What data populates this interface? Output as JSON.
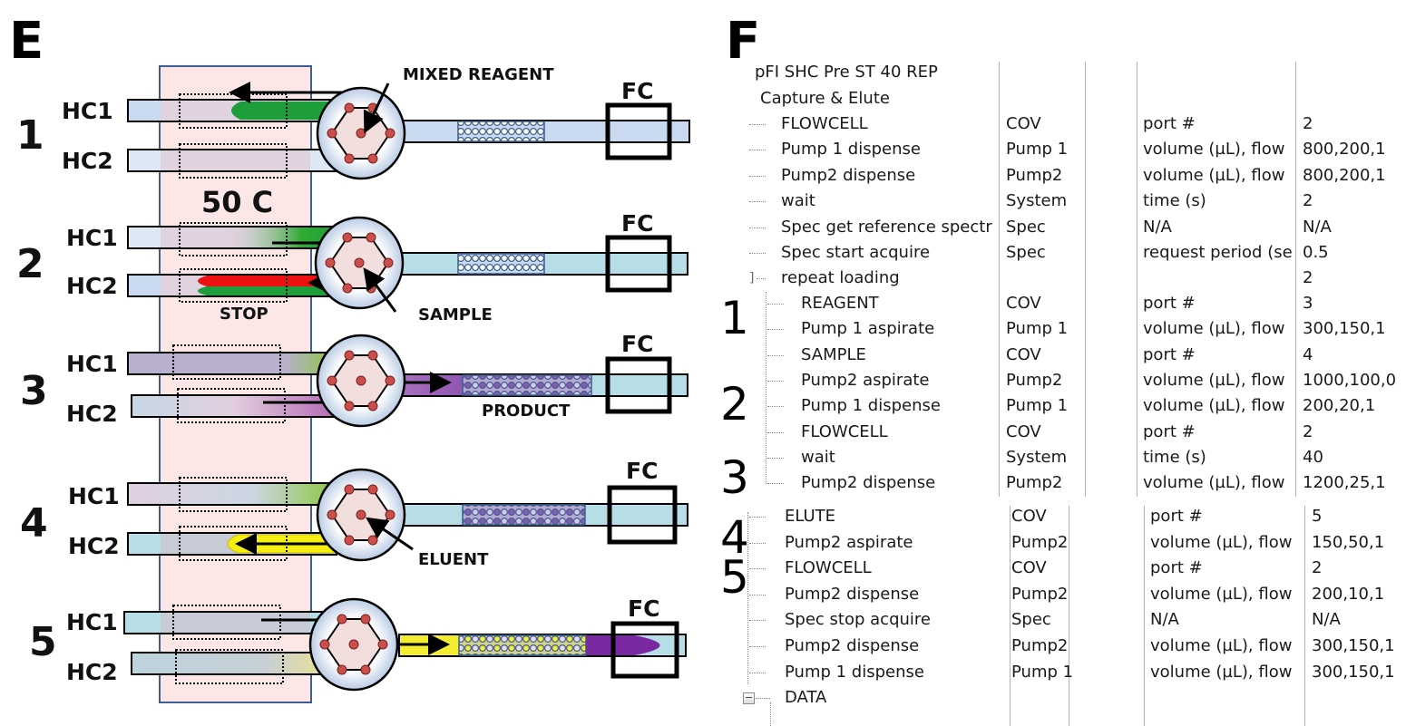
{
  "panel_e": {
    "letter": "E",
    "temperature_label": "50 C",
    "stages": [
      {
        "number": "1",
        "hc1": "HC1",
        "hc2": "HC2",
        "fc": "FC",
        "annotation": "MIXED REAGENT"
      },
      {
        "number": "2",
        "hc1": "HC1",
        "hc2": "HC2",
        "fc": "FC",
        "annotation": "SAMPLE",
        "stop_label": "STOP"
      },
      {
        "number": "3",
        "hc1": "HC1",
        "hc2": "HC2",
        "fc": "FC",
        "annotation": "PRODUCT"
      },
      {
        "number": "4",
        "hc1": "HC1",
        "hc2": "HC2",
        "fc": "FC",
        "annotation": "ELUENT"
      },
      {
        "number": "5",
        "hc1": "HC1",
        "hc2": "HC2",
        "fc": "FC",
        "annotation": ""
      }
    ],
    "colors": {
      "heater_zone": "#fde6e6",
      "heater_border": "#3d5f8f",
      "reagent": "#1e9e3a",
      "sample": "#ee1111",
      "product": "#9b59b6",
      "eluent": "#f3e600",
      "eluted_product": "#7a2aa0",
      "tube": "#c9daf0"
    }
  },
  "panel_f": {
    "letter": "F",
    "root": "pFI SHC Pre ST 40 REP",
    "section": "Capture  & Elute",
    "group_label": "repeat loading",
    "group_value": "2",
    "data_node": "DATA",
    "step_numbers": [
      "1",
      "2",
      "3",
      "4",
      "5"
    ],
    "rows_top": [
      {
        "name": "FLOWCELL",
        "device": "COV",
        "param": "port #",
        "value": "2"
      },
      {
        "name": "Pump 1 dispense",
        "device": "Pump 1",
        "param": "volume (µL), flow",
        "value": "800,200,1"
      },
      {
        "name": "Pump2 dispense",
        "device": "Pump2",
        "param": "volume (µL), flow",
        "value": "800,200,1"
      },
      {
        "name": "wait",
        "device": "System",
        "param": "time (s)",
        "value": "2"
      },
      {
        "name": "Spec get reference spectr",
        "device": "Spec",
        "param": "N/A",
        "value": "N/A"
      },
      {
        "name": "Spec start acquire",
        "device": "Spec",
        "param": "request period (se",
        "value": "0.5"
      }
    ],
    "rows_loop": [
      {
        "name": "REAGENT",
        "device": "COV",
        "param": "port #",
        "value": "3"
      },
      {
        "name": "Pump 1 aspirate",
        "device": "Pump 1",
        "param": "volume (µL), flow",
        "value": "300,150,1"
      },
      {
        "name": "SAMPLE",
        "device": "COV",
        "param": "port #",
        "value": "4"
      },
      {
        "name": "Pump2 aspirate",
        "device": "Pump2",
        "param": "volume (µL), flow",
        "value": "1000,100,0"
      },
      {
        "name": "Pump 1 dispense",
        "device": "Pump 1",
        "param": "volume (µL), flow",
        "value": "200,20,1"
      },
      {
        "name": "FLOWCELL",
        "device": "COV",
        "param": "port #",
        "value": "2"
      },
      {
        "name": "wait",
        "device": "System",
        "param": "time (s)",
        "value": "40"
      },
      {
        "name": "Pump2 dispense",
        "device": "Pump2",
        "param": "volume (µL), flow",
        "value": "1200,25,1"
      }
    ],
    "rows_bottom": [
      {
        "name": "ELUTE",
        "device": "COV",
        "param": "port #",
        "value": "5"
      },
      {
        "name": "Pump2 aspirate",
        "device": "Pump2",
        "param": "volume (µL), flow",
        "value": "150,50,1"
      },
      {
        "name": "FLOWCELL",
        "device": "COV",
        "param": "port #",
        "value": "2"
      },
      {
        "name": "Pump2 dispense",
        "device": "Pump2",
        "param": "volume (µL), flow",
        "value": "200,10,1"
      },
      {
        "name": "Spec stop acquire",
        "device": "Spec",
        "param": "N/A",
        "value": "N/A"
      },
      {
        "name": "Pump2 dispense",
        "device": "Pump2",
        "param": "volume (µL), flow",
        "value": "300,150,1"
      },
      {
        "name": "Pump 1 dispense",
        "device": "Pump 1",
        "param": "volume (µL), flow",
        "value": "300,150,1"
      }
    ]
  }
}
